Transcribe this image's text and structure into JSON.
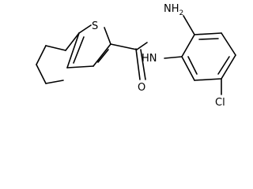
{
  "molecule": {
    "atoms": {
      "s": "S",
      "nh2": "NH",
      "nh2_subscript": "2",
      "nh": "HN",
      "o": "O",
      "cl": "Cl"
    }
  }
}
